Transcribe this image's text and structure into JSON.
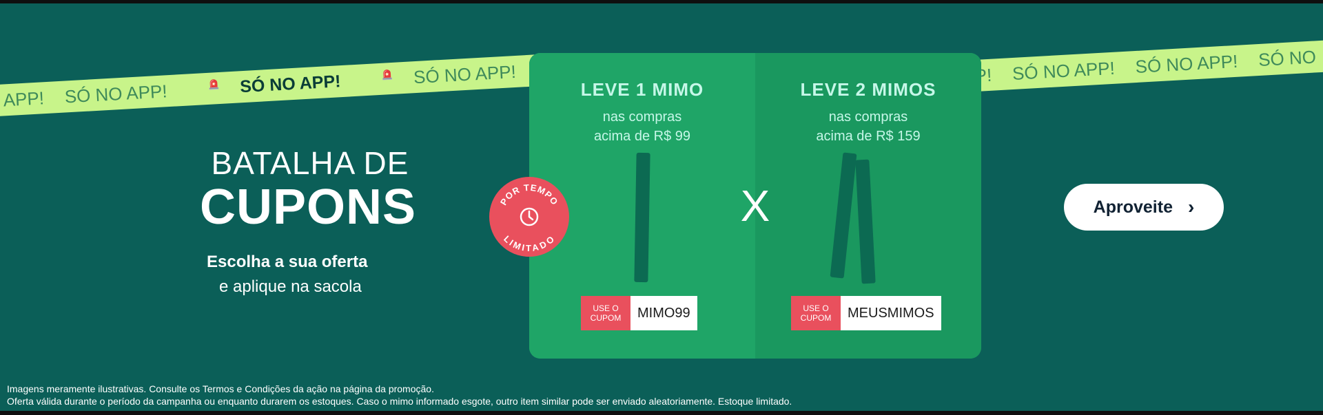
{
  "tape": {
    "left_prefix": "NO APP!",
    "left_repeat": "SÓ NO APP!",
    "center": "SÓ NO APP!",
    "after_siren": "SÓ NO APP!",
    "right_start": "APP!",
    "right_repeat_1": "SÓ NO APP!",
    "right_repeat_2": "SÓ NO APP!",
    "right_repeat_3": "SÓ NO"
  },
  "headline": {
    "line1": "BATALHA DE",
    "line2": "CUPONS"
  },
  "subtitle": {
    "line1": "Escolha a sua oferta",
    "line2": "e aplique na sacola"
  },
  "badge": {
    "text_top": "POR TEMPO",
    "text_bottom": "LIMITADO"
  },
  "offers": [
    {
      "title": "LEVE 1 MIMO",
      "line1": "nas compras",
      "line2": "acima de R$ 99",
      "coupon_label_1": "USE O",
      "coupon_label_2": "CUPOM",
      "coupon_code": "MIMO99"
    },
    {
      "title": "LEVE 2 MIMOS",
      "line1": "nas compras",
      "line2": "acima de R$ 159",
      "coupon_label_1": "USE O",
      "coupon_label_2": "CUPOM",
      "coupon_code": "MEUSMIMOS"
    }
  ],
  "versus": "X",
  "cta": {
    "label": "Aproveite",
    "icon": "chevron-right-icon"
  },
  "disclaimer": {
    "line1": "Imagens meramente ilustrativas. Consulte os Termos e Condições da ação na página da promoção.",
    "line2": "Oferta válida durante o período da campanha ou enquanto durarem os estoques. Caso o mimo informado esgote, outro item similar pode ser enviado aleatoriamente. Estoque limitado."
  },
  "colors": {
    "background": "#0b5f58",
    "tape": "#c8f48a",
    "card_left": "#1fa567",
    "card_right": "#1a985f",
    "accent_red": "#e9505d"
  }
}
